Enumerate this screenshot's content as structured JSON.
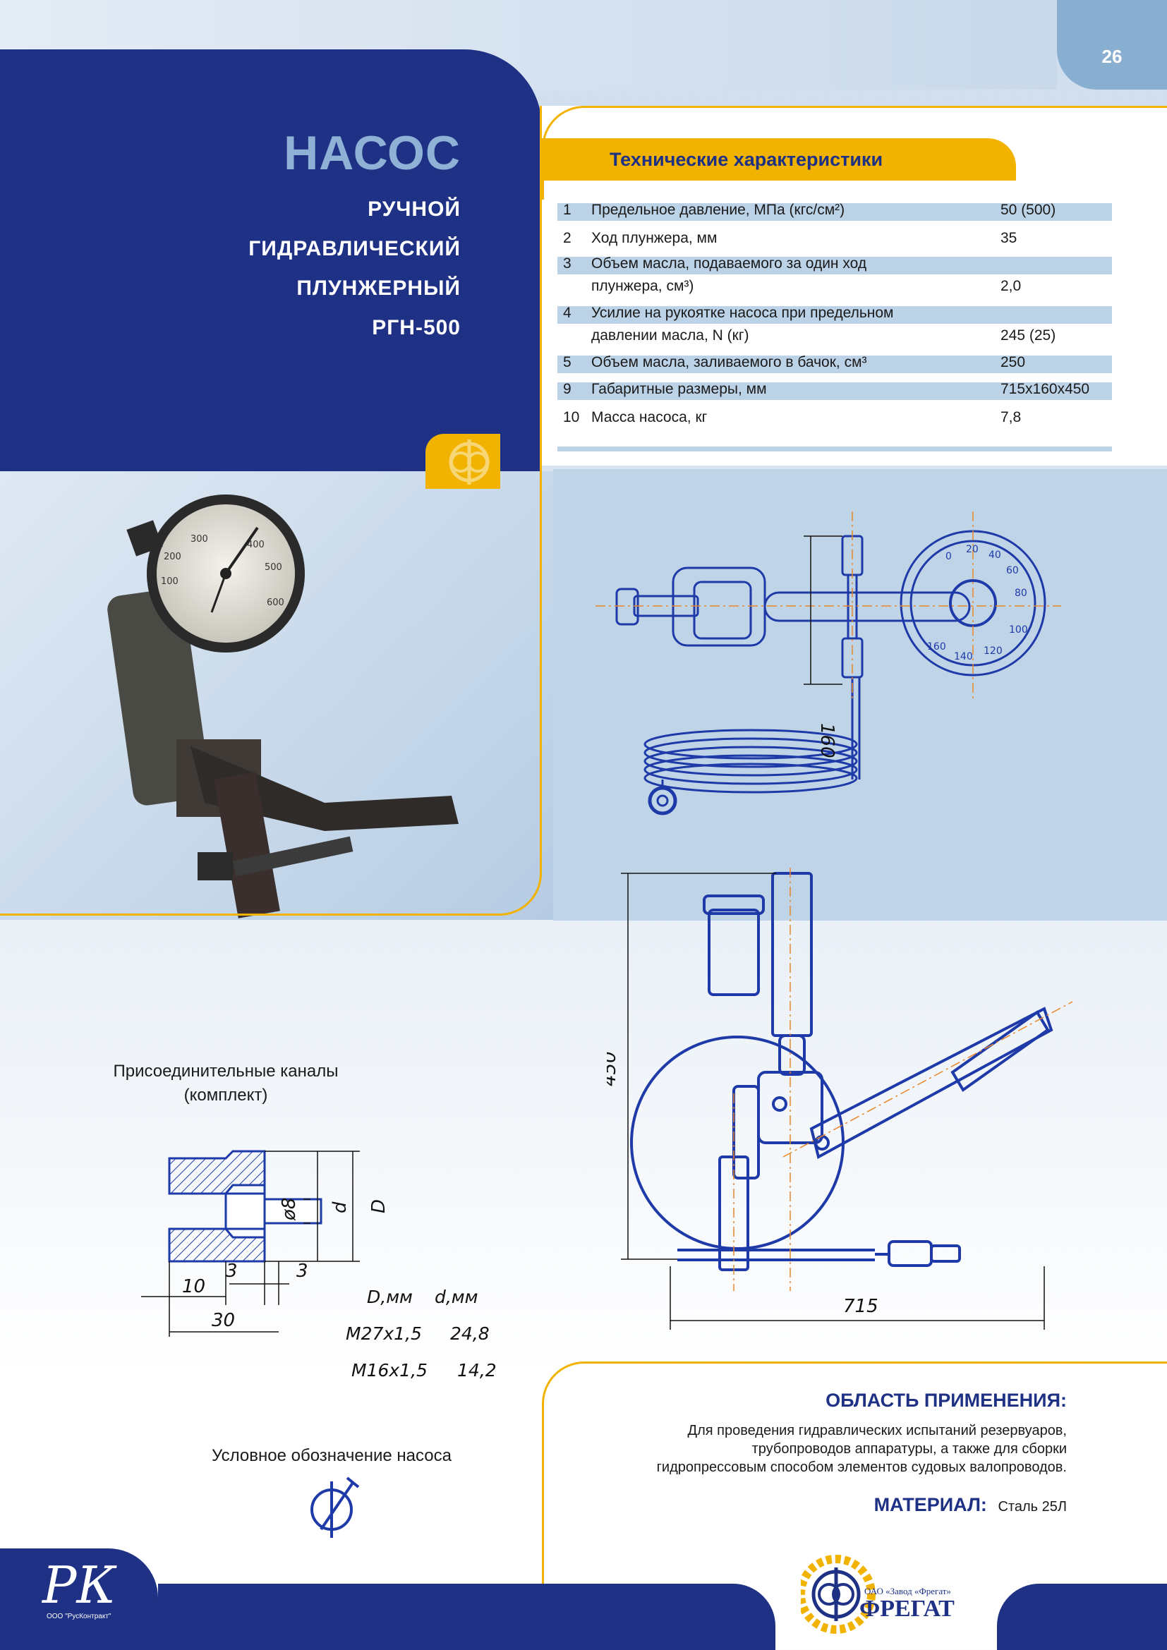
{
  "page_number": "26",
  "title": {
    "main": "НАСОС",
    "lines": [
      "РУЧНОЙ",
      "ГИДРАВЛИЧЕСКИЙ",
      "ПЛУНЖЕРНЫЙ",
      "РГН-500"
    ]
  },
  "specs": {
    "header": "Технические характеристики",
    "rows": [
      {
        "num": "1",
        "name": "Предельное давление, МПа (кгс/см²)",
        "value": "50 (500)"
      },
      {
        "num": "2",
        "name": "Ход плунжера, мм",
        "value": "35"
      },
      {
        "num": "3",
        "name": "Объем масла, подаваемого за один ход",
        "name2": "плунжера, см³)",
        "value": "2,0"
      },
      {
        "num": "4",
        "name": "Усилие на рукоятке насоса при предельном",
        "name2": "давлении масла, N (кг)",
        "value": "245 (25)"
      },
      {
        "num": "5",
        "name": "Объем масла, заливаемого в бачок, см³",
        "value": "250"
      },
      {
        "num": "9",
        "name": "Габаритные размеры, мм",
        "value": "715x160x450"
      },
      {
        "num": "10",
        "name": "Масса насоса, кг",
        "value": "7,8"
      }
    ]
  },
  "drawing_top": {
    "dim_160": "160",
    "gauge_marks": [
      "0",
      "20",
      "40",
      "60",
      "80",
      "100",
      "120",
      "140",
      "160"
    ]
  },
  "drawing_side": {
    "dim_450": "450",
    "dim_715": "715"
  },
  "channels": {
    "caption_line1": "Присоединительные каналы",
    "caption_line2": "(комплект)",
    "dims": {
      "d8": "ø8",
      "d": "d",
      "D": "D",
      "dim3a": "3",
      "dim3b": "3",
      "dim10": "10",
      "dim30": "30"
    },
    "table": {
      "headers": [
        "D,мм",
        "d,мм"
      ],
      "rows": [
        [
          "M27x1,5",
          "24,8"
        ],
        [
          "M16x1,5",
          "14,2"
        ]
      ]
    }
  },
  "symbol": {
    "caption": "Условное обозначение насоса"
  },
  "application": {
    "title": "ОБЛАСТЬ ПРИМЕНЕНИЯ:",
    "lines": [
      "Для проведения гидравлических испытаний резервуаров,",
      "трубопроводов аппаратуры, а также для сборки",
      "гидропрессовым способом элементов судовых валопроводов."
    ],
    "material_label": "МАТЕРИАЛ:",
    "material_value": "Сталь 25Л"
  },
  "footer": {
    "rk_logo": "РК",
    "rk_caption": "ООО \"РусКонтракт\"",
    "frg_company": "ОАО «Завод «Фрегат»",
    "frg_name": "ФРЕГАТ"
  },
  "colors": {
    "navy": "#1e3185",
    "yellow": "#f1b300",
    "light_blue": "#bcd2e6",
    "title_blue": "#8fb1d6"
  }
}
